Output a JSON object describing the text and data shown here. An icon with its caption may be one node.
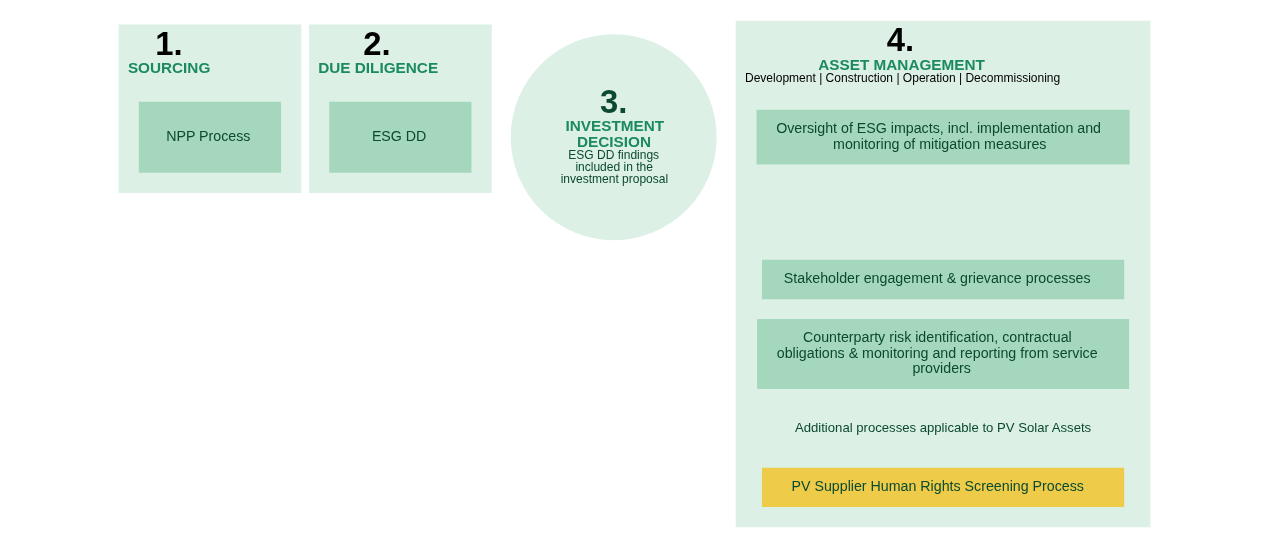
{
  "diagram": {
    "nodes": [
      {
        "text": [
          "1.",
          "SOURCING"
        ]
      },
      {
        "text": [
          "NPP Process"
        ],
        "in": 0
      },
      {
        "text": [
          "2.",
          "DUE DILIGENCE"
        ]
      },
      {
        "text": [
          "ESG DD"
        ],
        "in": 2
      },
      {
        "text": [
          "3.",
          "INVESTMENT DECISION",
          "ESG DD findings included in the investment proposal"
        ]
      },
      {
        "text": [
          "4.",
          "ASSET MANAGEMENT",
          "Development | Construction | Operation | Decommissioning"
        ]
      },
      {
        "text": [
          "Oversight of ESG impacts, incl. implementation and monitoring of mitigation measures"
        ],
        "in": 5
      },
      {
        "text": [
          "Stakeholder engagement & grievance processes"
        ],
        "in": 5
      },
      {
        "text": [
          "Counterparty risk identification, contractual obligations & monitoring and reporting from service providers"
        ],
        "in": 5
      },
      {
        "text": [
          "PV Supplier Human Rights Screening Process"
        ],
        "in": 5
      }
    ],
    "edges": [],
    "labels": [
      "Additional processes applicable to PV Solar Assets"
    ]
  }
}
